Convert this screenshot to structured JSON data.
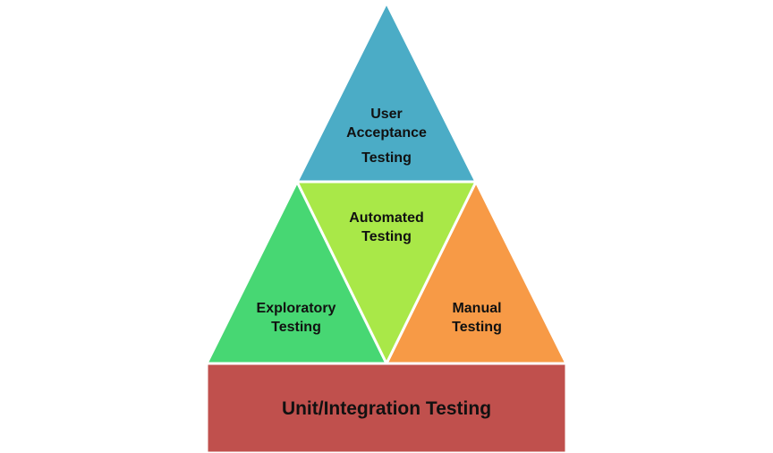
{
  "colors": {
    "top": "#4BACC6",
    "middle": "#A9E848",
    "left": "#47D773",
    "right": "#F79A46",
    "base": "#C0504D",
    "stroke": "#FFFFFF"
  },
  "layers": {
    "top": {
      "lines": [
        "User",
        "Acceptance",
        "Testing"
      ]
    },
    "middle": {
      "lines": [
        "Automated",
        "Testing"
      ]
    },
    "left": {
      "lines": [
        "Exploratory",
        "Testing"
      ]
    },
    "right": {
      "lines": [
        "Manual",
        "Testing"
      ]
    },
    "base": {
      "label": "Unit/Integration Testing"
    }
  }
}
